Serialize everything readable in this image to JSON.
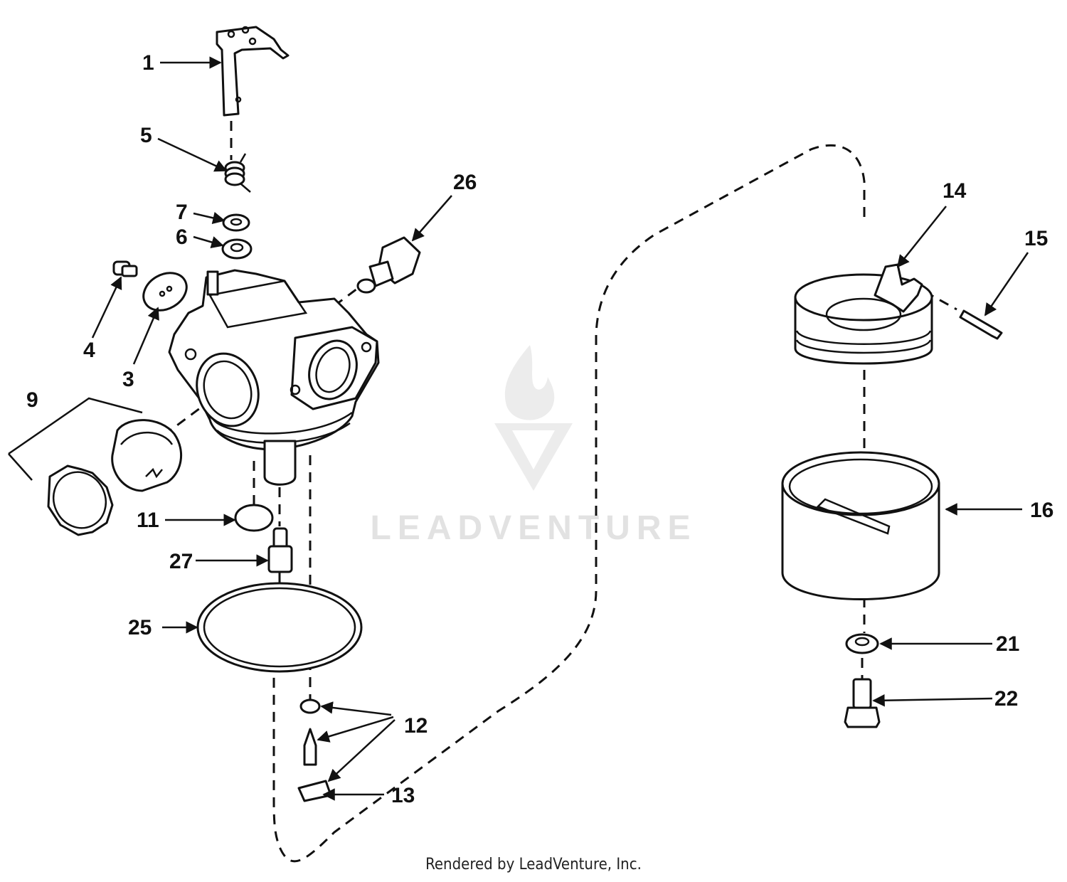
{
  "watermark": {
    "text": "LEADVENTURE"
  },
  "footer": {
    "credit": "Rendered by LeadVenture, Inc."
  },
  "callouts": [
    {
      "id": "1",
      "label": "1"
    },
    {
      "id": "5",
      "label": "5"
    },
    {
      "id": "7",
      "label": "7"
    },
    {
      "id": "6",
      "label": "6"
    },
    {
      "id": "4",
      "label": "4"
    },
    {
      "id": "3",
      "label": "3"
    },
    {
      "id": "9",
      "label": "9"
    },
    {
      "id": "11",
      "label": "11"
    },
    {
      "id": "27",
      "label": "27"
    },
    {
      "id": "25",
      "label": "25"
    },
    {
      "id": "12",
      "label": "12"
    },
    {
      "id": "13",
      "label": "13"
    },
    {
      "id": "26",
      "label": "26"
    },
    {
      "id": "14",
      "label": "14"
    },
    {
      "id": "15",
      "label": "15"
    },
    {
      "id": "16",
      "label": "16"
    },
    {
      "id": "21",
      "label": "21"
    },
    {
      "id": "22",
      "label": "22"
    }
  ]
}
